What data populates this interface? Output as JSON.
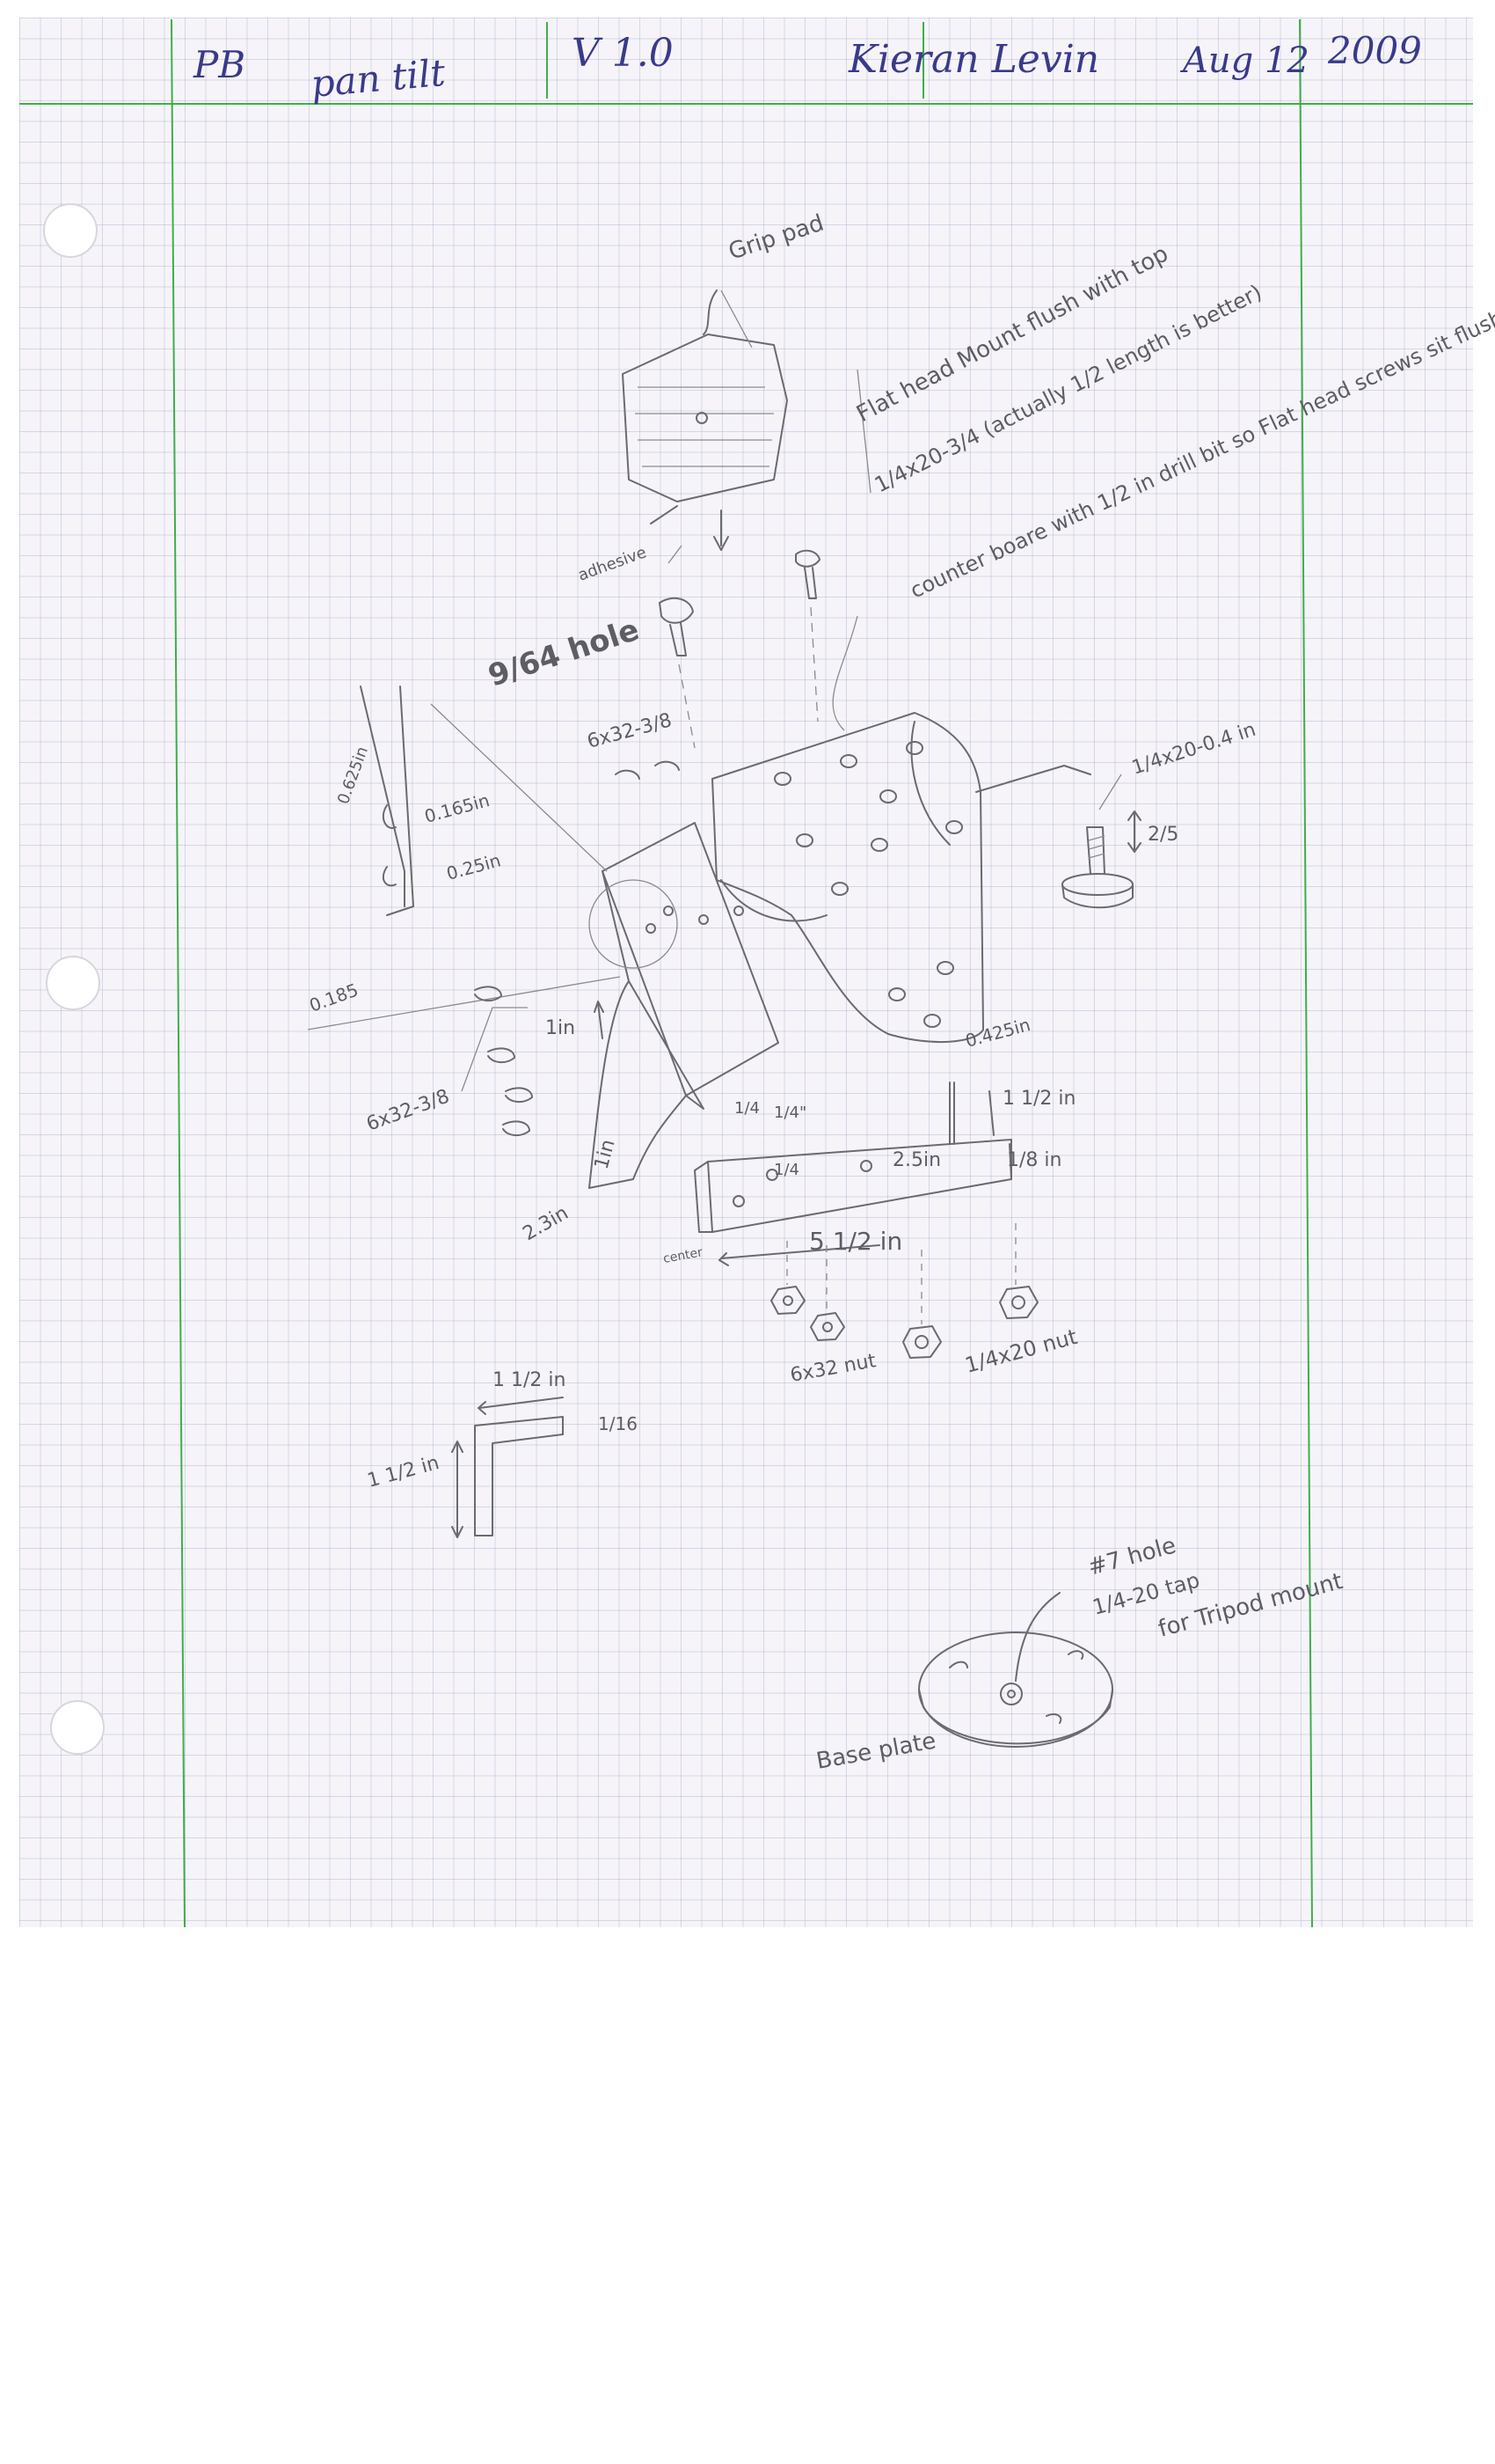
{
  "header": {
    "project": "PB",
    "subject": "pan tilt",
    "version": "V 1.0",
    "author": "Kieran Levin",
    "date": "Aug 12",
    "year": "2009"
  },
  "labels": {
    "grip_pad": "Grip pad",
    "adhesive": "adhesive",
    "flat_head_note": "Flat head Mount flush with top",
    "screw_quarter": "1/4x20-3/4 (actually 1/2 length is better)",
    "hole_964": "9/64 hole",
    "counterbore": "counter boare with 1/2 in drill bit so Flat head screws sit flush",
    "screw_6x32_38": "6x32-3/8",
    "knob_screw": "1/4x20-0.4 in",
    "knob_height": "2/5",
    "dim_0625": "0.625in",
    "dim_0165": "0.165in",
    "dim_025": "0.25in",
    "dim_0185": "0.185",
    "dim_1in_a": "1in",
    "dim_1in_b": "1in",
    "screw_6x32_38_lower": "6x32-3/8",
    "dim_23": "2.3in",
    "dim_0425": "0.425in",
    "dim_15_right": "1 1/2 in",
    "dim_18": "1/8 in",
    "dim_14_a": "1/4",
    "dim_14_b": "1/4\"",
    "dim_14_c": "1/4",
    "dim_25": "2.5in",
    "dim_length": "5 1/2 in",
    "center": "center",
    "nut_6x32": "6x32 nut",
    "nut_quarter": "1/4x20 nut",
    "angle_width": "1 1/2 in",
    "angle_height": "1 1/2 in",
    "angle_thickness": "1/16",
    "hole_7": "#7 hole",
    "tap": "1/4-20 tap",
    "tripod": "for Tripod mount",
    "base_plate": "Base plate"
  }
}
